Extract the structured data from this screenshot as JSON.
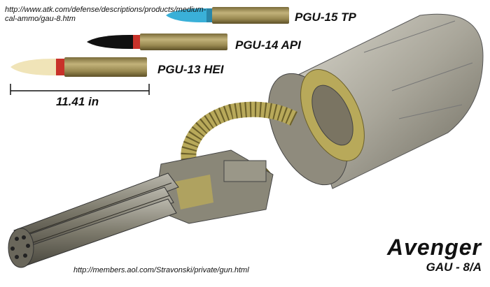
{
  "source_url_top": "http://www.atk.com/defense/descriptions/products/medium-cal-ammo/gau-8.htm",
  "source_url_bottom": "http://members.aol.com/Stravonski/private/gun.html",
  "ammunition": [
    {
      "label": "PGU-15 TP",
      "tip_color": "#3ab0d8"
    },
    {
      "label": "PGU-14 API",
      "tip_color": "#111111"
    },
    {
      "label": "PGU-13 HEI",
      "tip_color": "#f0e4b8"
    }
  ],
  "scale_label": "11.41 in",
  "title": "Avenger",
  "subtitle": "GAU - 8/A",
  "colors": {
    "casing": "#9a8a52",
    "band": "#c8322a",
    "gun_metal": "#8a8778",
    "drum": "#a9a69a"
  }
}
